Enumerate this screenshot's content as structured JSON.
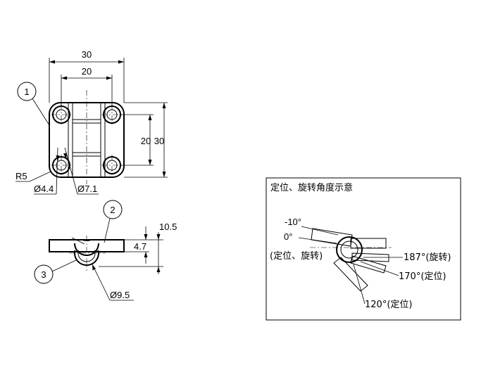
{
  "front_view": {
    "dim_total_width": "30",
    "dim_hole_pitch_x": "20",
    "dim_hole_pitch_y": "20",
    "dim_total_height": "30",
    "radius": "R5",
    "hole_dia": "Ø4.4",
    "counterbore_dia": "Ø7.1",
    "balloon_1": "1"
  },
  "side_view": {
    "dim_height": "10.5",
    "dim_thickness": "4.7",
    "pin_dia": "Ø9.5",
    "balloon_2": "2",
    "balloon_3": "3"
  },
  "rotation_panel": {
    "title": "定位、旋转角度示意",
    "minus10": "-10°",
    "zero": "0°",
    "pos_rot_left": "(定位、旋转)",
    "deg187": "187°(旋转)",
    "deg170": "170°(定位)",
    "deg120": "120°(定位)"
  }
}
